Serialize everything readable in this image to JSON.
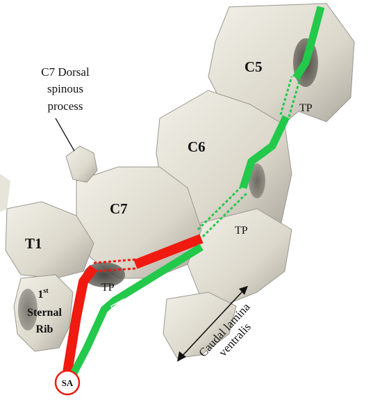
{
  "labels": {
    "c5": "C5",
    "c6": "C6",
    "c7": "C7",
    "t1": "T1",
    "tp_c5": "TP",
    "tp_c6": "TP",
    "tp_c7": "TP",
    "dorsal_line1": "C7 Dorsal",
    "dorsal_line2": "spinous",
    "dorsal_line3": "process",
    "rib_num": "1",
    "rib_sup": "st",
    "rib_line2": "Sternal",
    "rib_line3": "Rib",
    "caudal_line1": "Caudal lamina",
    "caudal_line2": "ventralis",
    "sa": "SA"
  },
  "colors": {
    "green_path": "#22c94a",
    "red_path": "#f01a10",
    "bone_light": "#e9e6dc",
    "bone_shadow": "#8d8a82",
    "background": "#ffffff",
    "text": "#111111"
  }
}
